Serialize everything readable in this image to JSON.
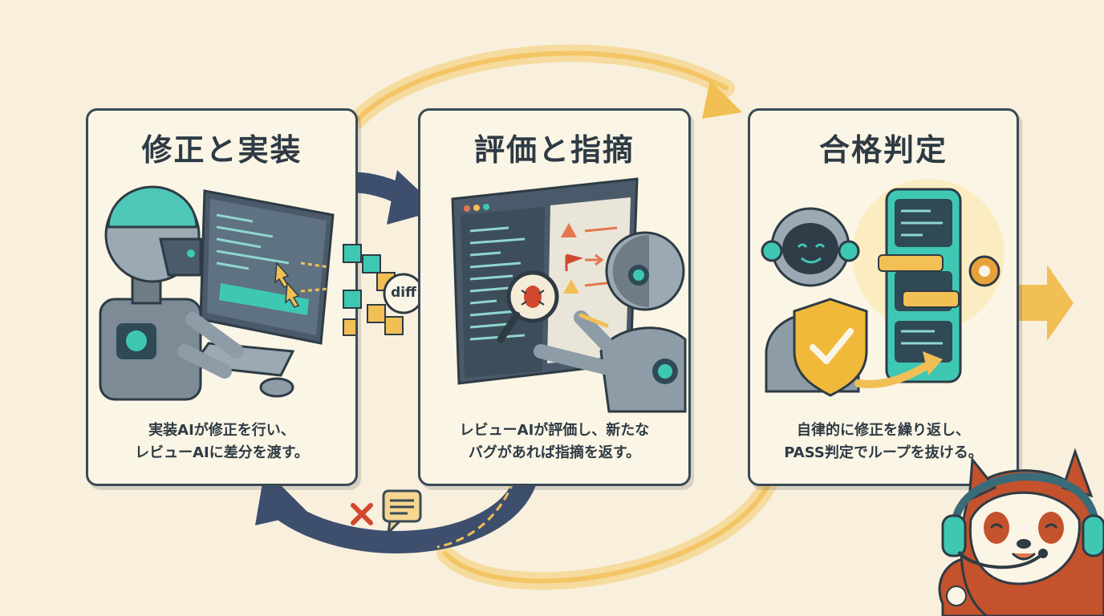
{
  "steps": [
    {
      "title": "修正と実装",
      "caption_lines": [
        "実装AIが修正を行い、",
        "レビューAIに差分を渡す。"
      ]
    },
    {
      "title": "評価と指摘",
      "caption_lines": [
        "レビューAIが評価し、新たな",
        "バグがあれば指摘を返す。"
      ]
    },
    {
      "title": "合格判定",
      "caption_lines": [
        "自律的に修正を繰り返し、",
        "PASS判定でループを抜ける。"
      ]
    }
  ],
  "diff_badge": "diff",
  "colors": {
    "background": "#f8f0dd",
    "panel": "#fbf5e6",
    "outline": "#3a4a55",
    "loop_orange": "#f2bf55",
    "arrow_navy": "#3e4f6e",
    "teal": "#49c2b4",
    "shield": "#f0b93a"
  },
  "icons": [
    "robot-icon",
    "monitor-icon",
    "keyboard-icon",
    "mouse-icon",
    "cube-stack-icon",
    "magnifier-bug-icon",
    "warning-icon",
    "flag-icon",
    "server-icon",
    "shield-check-icon",
    "gear-icon",
    "reject-x-icon",
    "speech-bubble-icon",
    "red-panda-mascot-icon"
  ]
}
